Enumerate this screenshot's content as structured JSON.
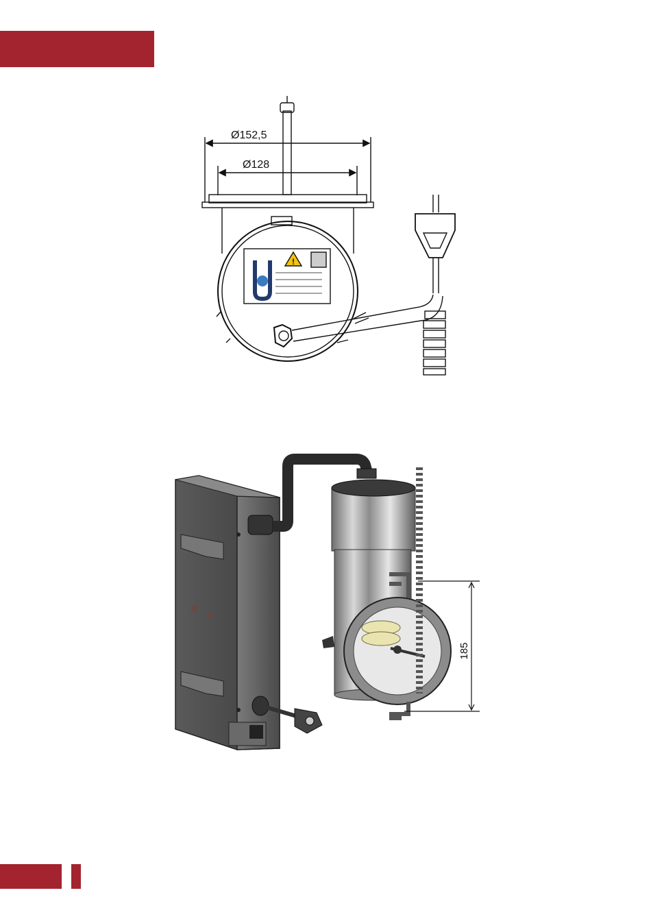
{
  "page": {
    "accent_color": "#a3232f"
  },
  "figure_top": {
    "dimension_outer": "Ø152,5",
    "dimension_inner": "Ø128"
  },
  "figure_bottom": {
    "dimension_height": "185"
  }
}
